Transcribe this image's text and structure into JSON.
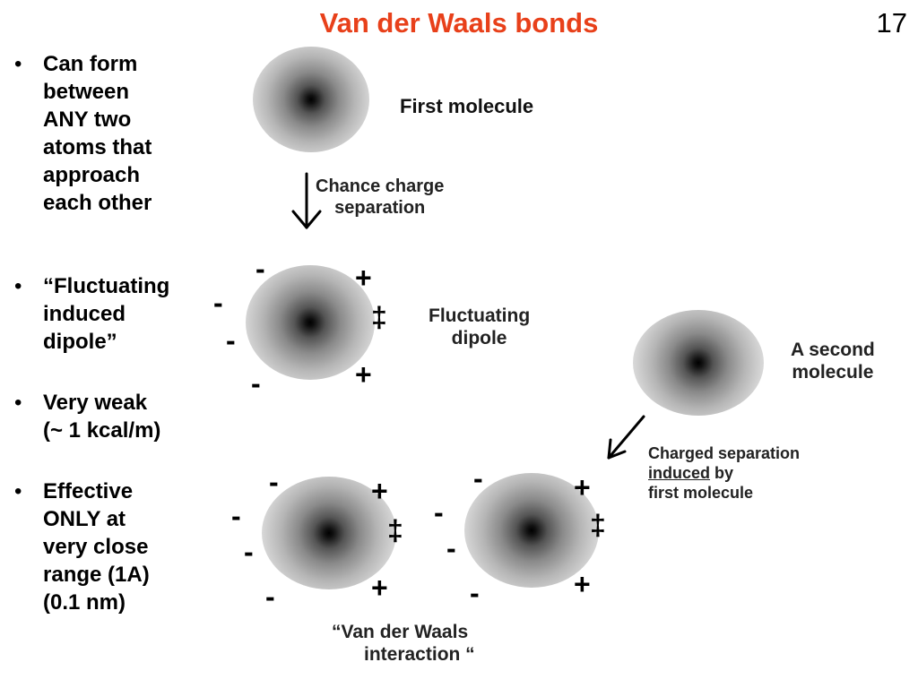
{
  "header": {
    "title": "Van der Waals bonds",
    "slide_number": "17"
  },
  "bullets": [
    {
      "lines": [
        "Can form",
        "between",
        "ANY two",
        "atoms that",
        "approach",
        "each other"
      ]
    },
    {
      "lines": [
        "“Fluctuating",
        "induced",
        "dipole”"
      ]
    },
    {
      "lines": [
        "Very weak",
        "(~ 1 kcal/m)"
      ]
    },
    {
      "lines": [
        "Effective",
        "ONLY at",
        "very close",
        "range (1A)",
        "(0.1 nm)"
      ]
    }
  ],
  "diagram": {
    "first_molecule": "First molecule",
    "chance_line1": "Chance charge",
    "chance_line2": "separation",
    "fluct_line1": "Fluctuating",
    "fluct_line2": "dipole",
    "second_line1": "A second",
    "second_line2": "molecule",
    "charged_line1": "Charged separation",
    "charged_underlined": "induced",
    "charged_by": " by",
    "charged_line3": "first molecule",
    "vdw_line1": "“Van der Waals",
    "vdw_line2": "interaction “",
    "minus": "-",
    "plus": "+",
    "plus_double": "‡"
  }
}
